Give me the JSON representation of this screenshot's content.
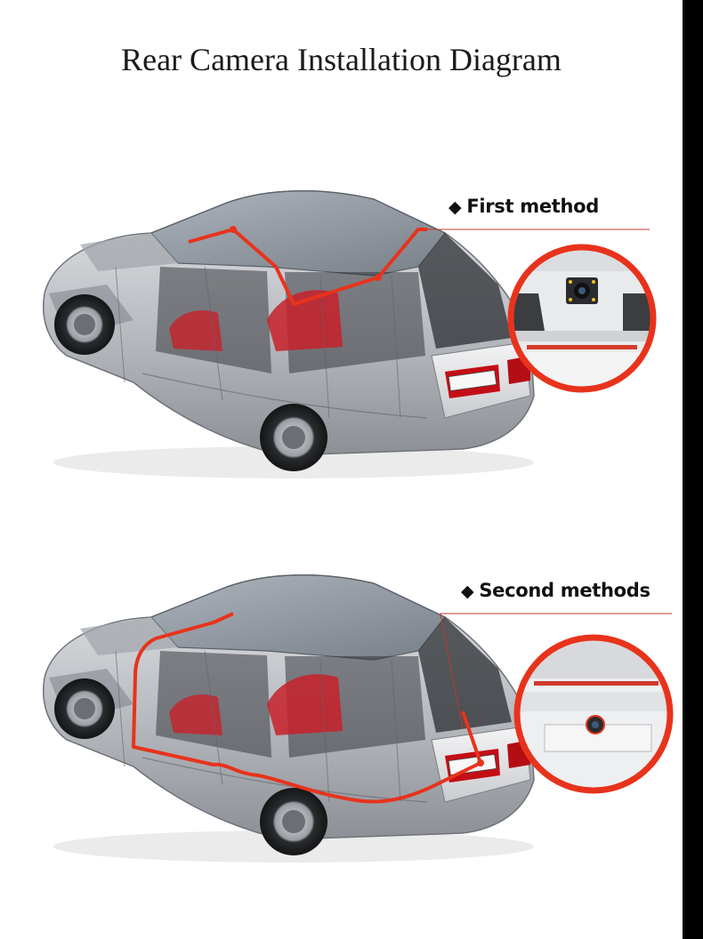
{
  "header": {
    "title": "Rear Camera Installation Diagram"
  },
  "methods": [
    {
      "label": "First method",
      "bullet_icon": "diamond-bullet-icon"
    },
    {
      "label": "Second methods",
      "bullet_icon": "diamond-bullet-icon"
    }
  ],
  "colors": {
    "route": "#e8331c",
    "callout_ring": "#e8331c",
    "leader_line": "#c0392b",
    "car_body": "#b9bcc1"
  }
}
